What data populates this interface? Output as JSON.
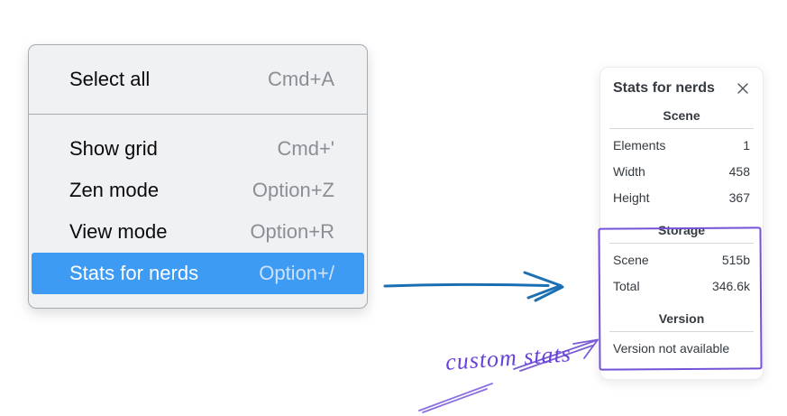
{
  "context_menu": {
    "items": [
      {
        "label": "Select all",
        "shortcut": "Cmd+A",
        "selected": false
      },
      {
        "label": "Show grid",
        "shortcut": "Cmd+'",
        "selected": false
      },
      {
        "label": "Zen mode",
        "shortcut": "Option+Z",
        "selected": false
      },
      {
        "label": "View mode",
        "shortcut": "Option+R",
        "selected": false
      },
      {
        "label": "Stats for nerds",
        "shortcut": "Option+/",
        "selected": true
      }
    ]
  },
  "stats_panel": {
    "title": "Stats for nerds",
    "icons": {
      "close": "✕"
    },
    "sections": [
      {
        "heading": "Scene",
        "rows": [
          {
            "label": "Elements",
            "value": "1"
          },
          {
            "label": "Width",
            "value": "458"
          },
          {
            "label": "Height",
            "value": "367"
          }
        ]
      },
      {
        "heading": "Storage",
        "rows": [
          {
            "label": "Scene",
            "value": "515b"
          },
          {
            "label": "Total",
            "value": "346.6k"
          }
        ]
      },
      {
        "heading": "Version",
        "note": "Version not available"
      }
    ]
  },
  "annotation": {
    "label": "custom stats"
  },
  "colors": {
    "menu_highlight": "#3e9bf4",
    "flow_arrow_blue": "#1b6fb3",
    "annotation_purple": "#6741d9",
    "box_purple": "#7351d8"
  }
}
